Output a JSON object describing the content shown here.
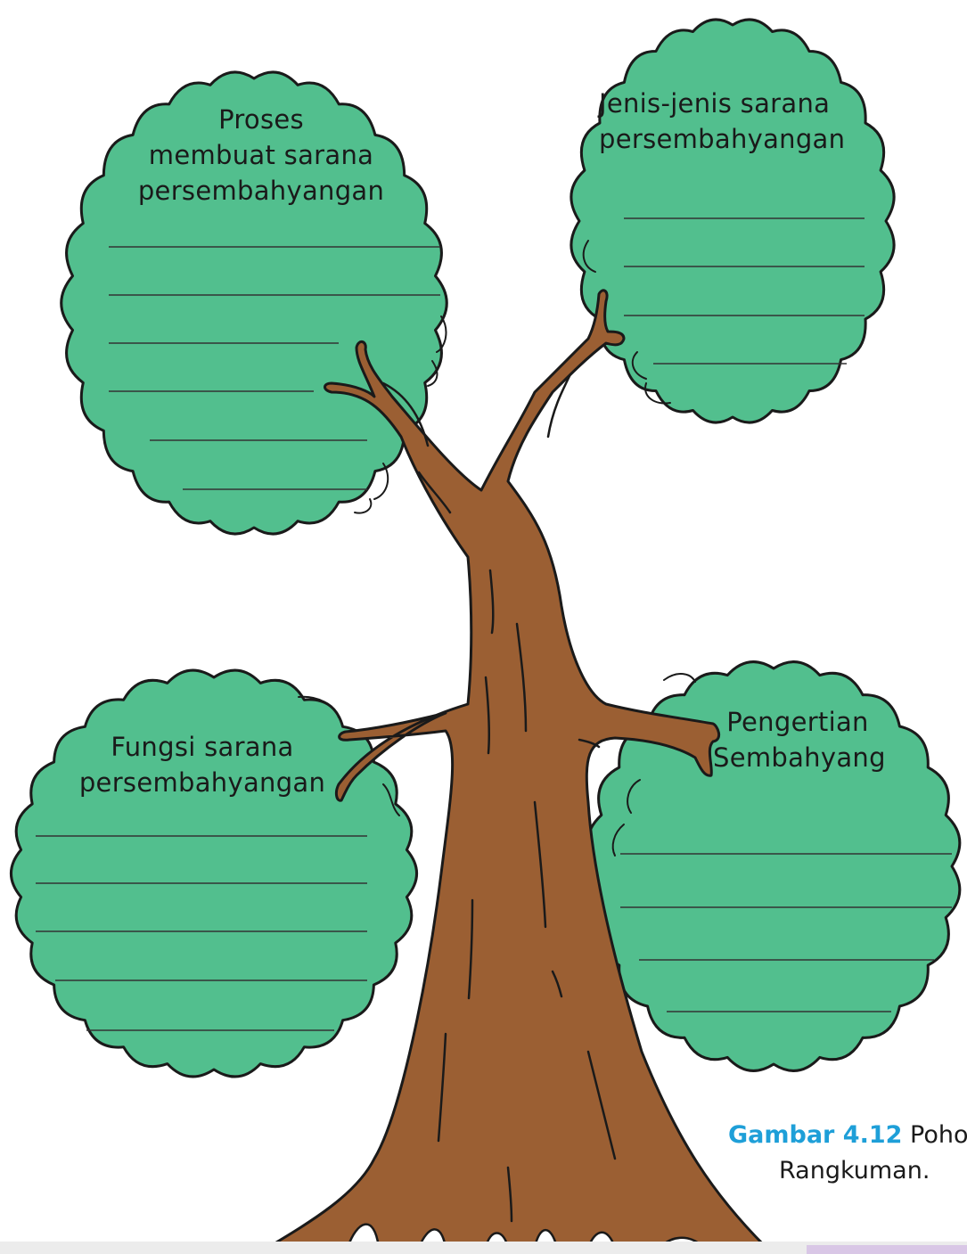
{
  "labels": {
    "top_left": [
      "Proses",
      "membuat sarana",
      "persembahyangan"
    ],
    "top_right": [
      "Jenis-jenis sarana",
      "persembahyangan"
    ],
    "bottom_left": [
      "Fungsi sarana",
      "persembahyangan"
    ],
    "bottom_right": [
      "Pengertian",
      "Sembahyang"
    ]
  },
  "caption": {
    "number": "Gambar 4.12",
    "text": "Poho",
    "line2": "Rangkuman."
  },
  "colors": {
    "foliage": "#52bf8e",
    "trunk": "#9b5f33",
    "outline": "#1a1a1a",
    "writing_line": "#333333",
    "caption_accent": "#1e9fd8"
  }
}
